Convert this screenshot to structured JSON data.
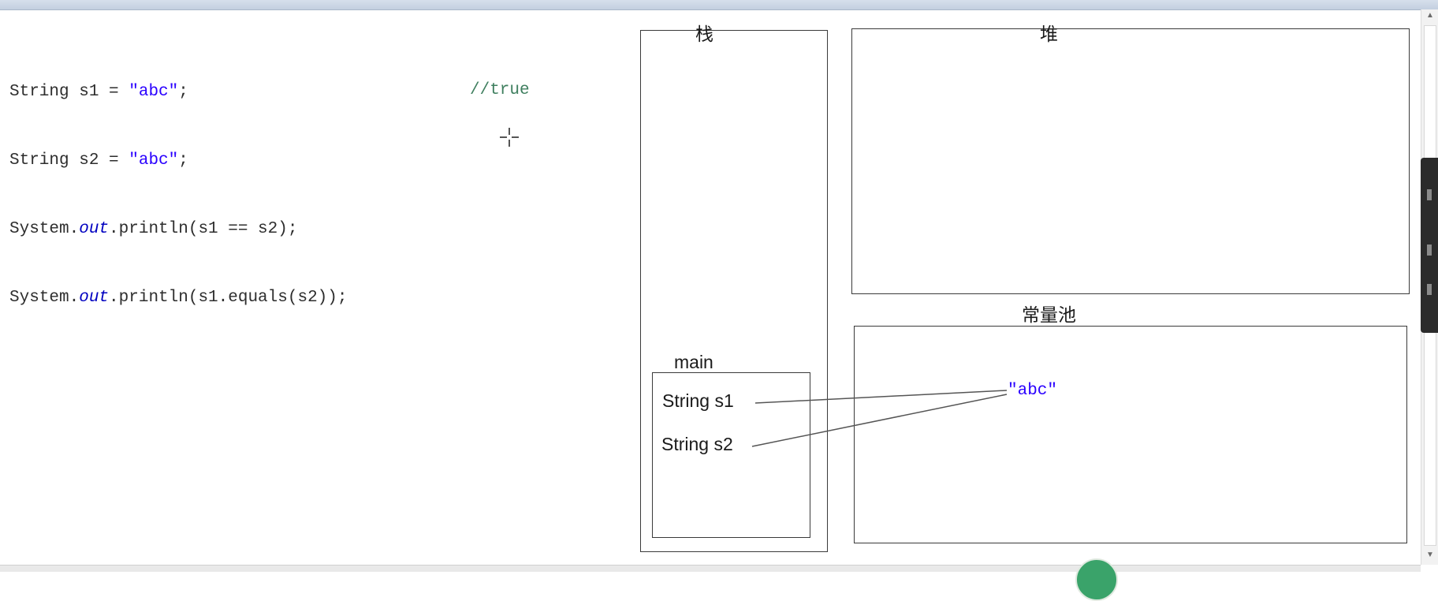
{
  "code": {
    "lines": [
      {
        "p1": "String s1 = ",
        "str": "\"abc\"",
        "p2": ";"
      },
      {
        "p1": "String s2 = ",
        "str": "\"abc\"",
        "p2": ";"
      },
      {
        "p1": "System.",
        "field": "out",
        "p2": ".println(s1 == s2);"
      },
      {
        "p1": "System.",
        "field": "out",
        "p2": ".println(s1.equals(s2));"
      }
    ],
    "comment": "//true"
  },
  "diagram": {
    "stack_label": "栈",
    "heap_label": "堆",
    "pool_label": "常量池",
    "frame_label": "main",
    "vars": [
      "String s1",
      "String s2"
    ],
    "pool_value": "\"abc\""
  },
  "colors": {
    "string_literal": "#2a00ff",
    "comment": "#3f7f5f",
    "field": "#0000c0"
  },
  "icons": [
    "crosshair-cursor-icon",
    "scroll-up-icon",
    "scroll-down-icon"
  ]
}
